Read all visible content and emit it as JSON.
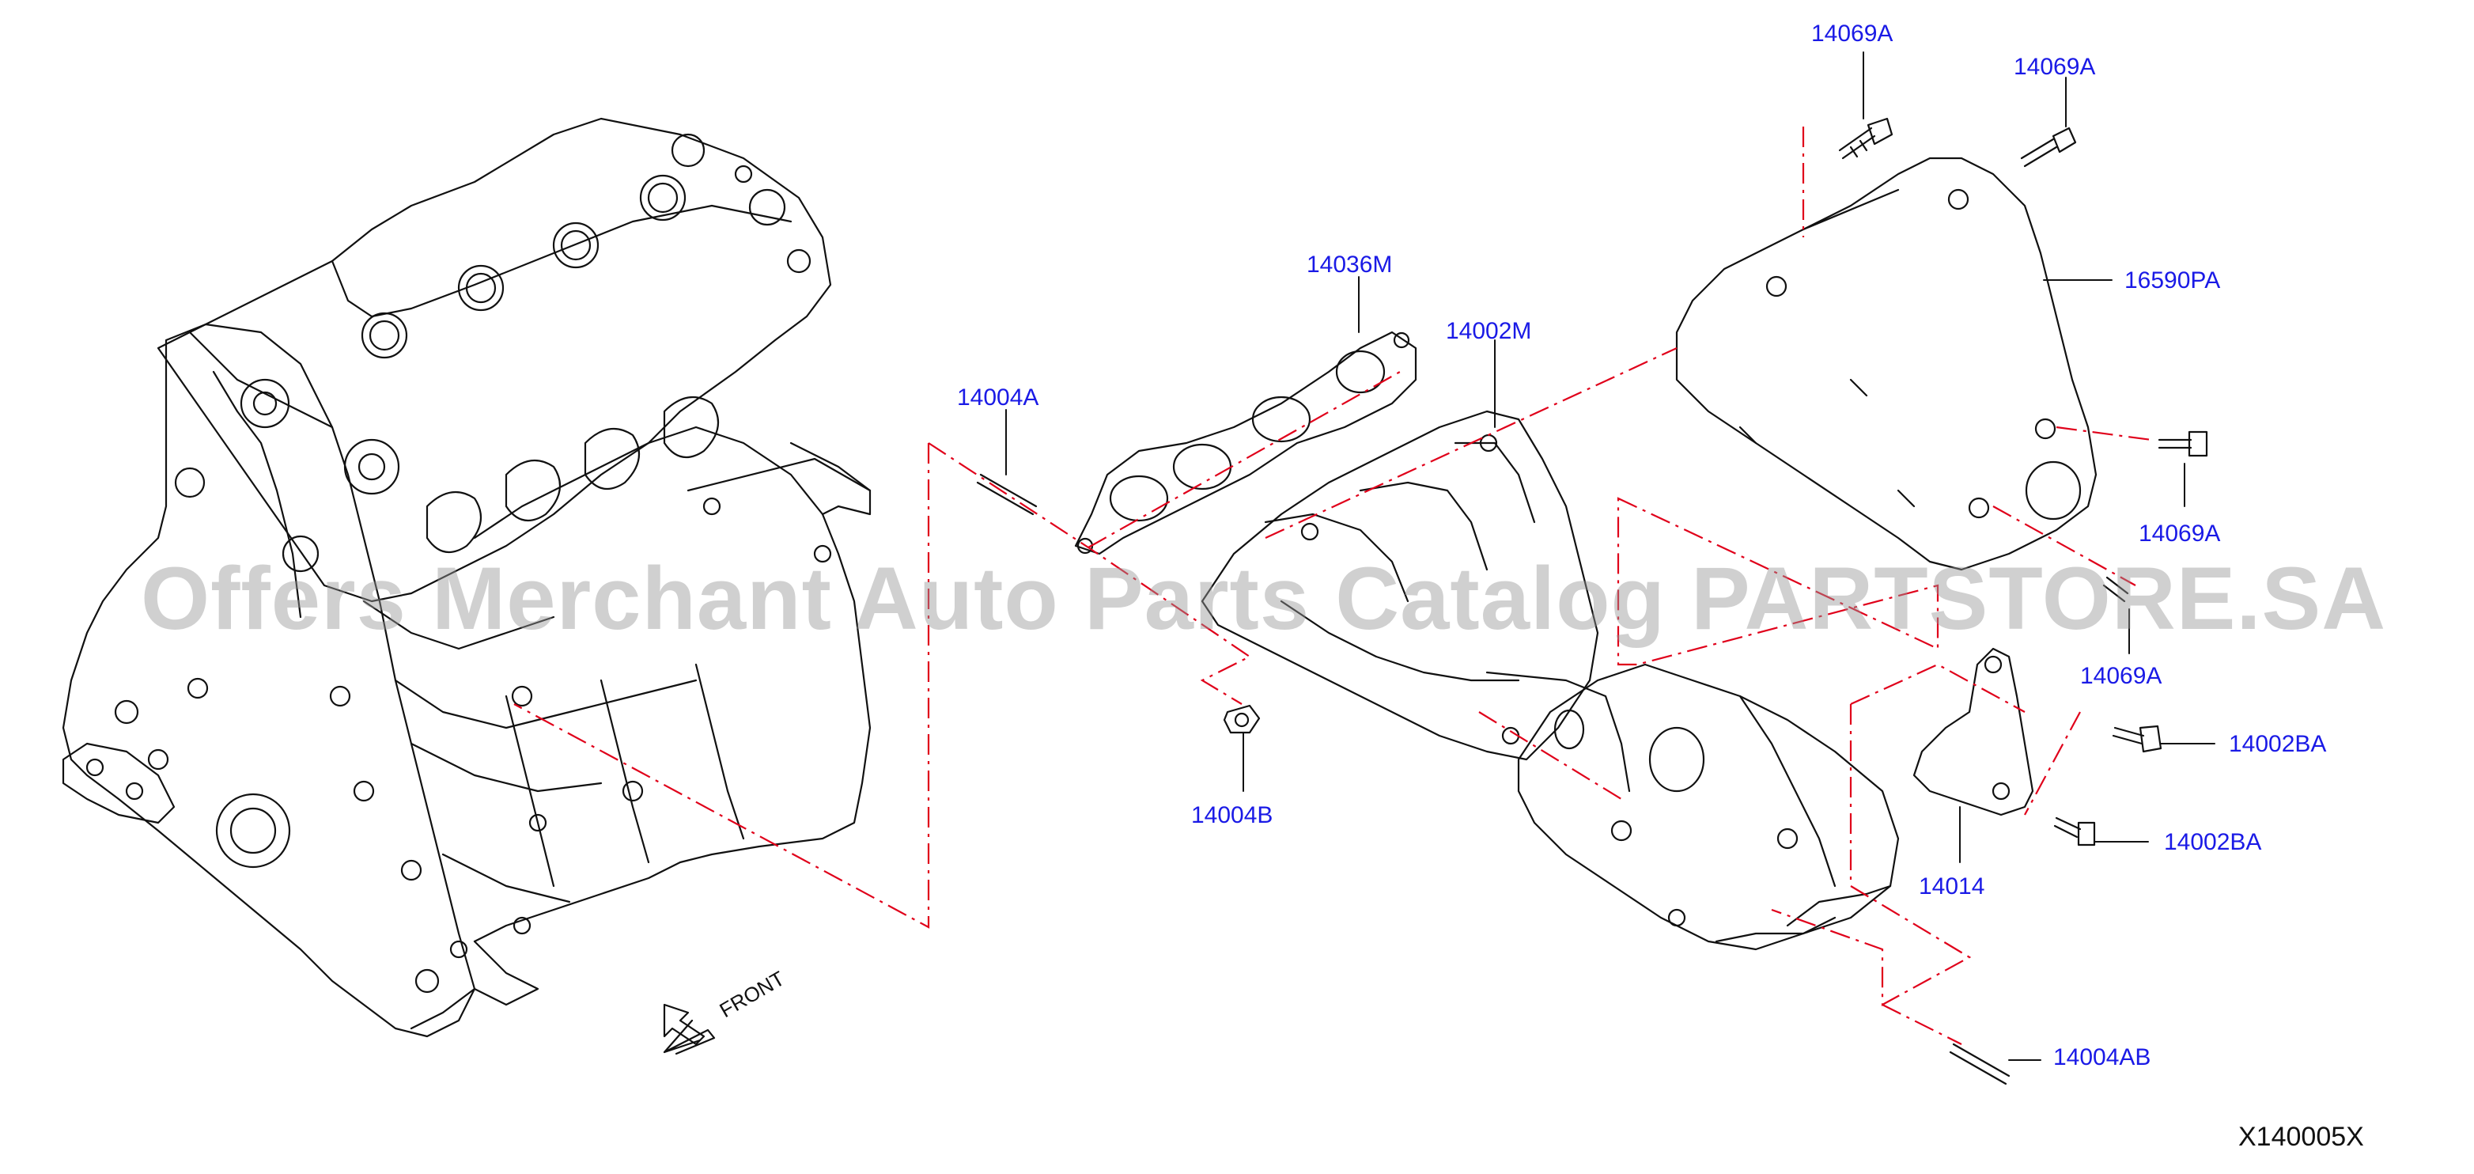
{
  "watermark": "Offers Merchant Auto Parts Catalog PARTSTORE.SA",
  "diagram_code": "X140005X",
  "front_label": "FRONT",
  "colors": {
    "line": "#111111",
    "label": "#1a1ae6",
    "phantom": "#e0001a",
    "watermark": "#969696"
  },
  "parts": {
    "p14069A_1": "14069A",
    "p14069A_2": "14069A",
    "p16590PA": "16590PA",
    "p14036M": "14036M",
    "p14002M": "14002M",
    "p14004A": "14004A",
    "p14069A_3": "14069A",
    "p14069A_4": "14069A",
    "p14002BA_1": "14002BA",
    "p14002BA_2": "14002BA",
    "p14004B": "14004B",
    "p14014": "14014",
    "p14004AB": "14004AB"
  }
}
